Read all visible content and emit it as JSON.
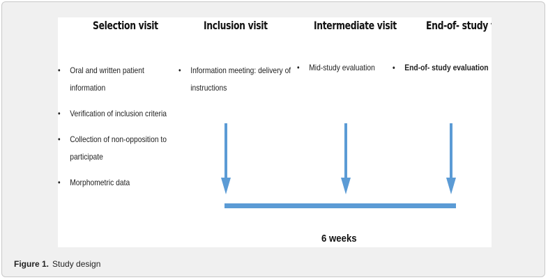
{
  "figure": {
    "columns": [
      {
        "title": "Selection visit",
        "items": [
          "Oral and written patient information",
          "Verification of inclusion criteria",
          "Collection of non-opposition to participate",
          "Morphometric data"
        ]
      },
      {
        "title": "Inclusion visit",
        "items": [
          "Information meeting: delivery of instructions"
        ]
      },
      {
        "title": "Intermediate visit",
        "items": [
          "Mid-study evaluation"
        ]
      },
      {
        "title": "End-of- study visit",
        "items": [
          "End-of- study evaluation"
        ]
      }
    ],
    "bullet_glyph": "•",
    "duration_label": "6 weeks",
    "arrow_color": "#5b9bd5"
  },
  "caption": {
    "label": "Figure 1.",
    "text": "Study design"
  }
}
